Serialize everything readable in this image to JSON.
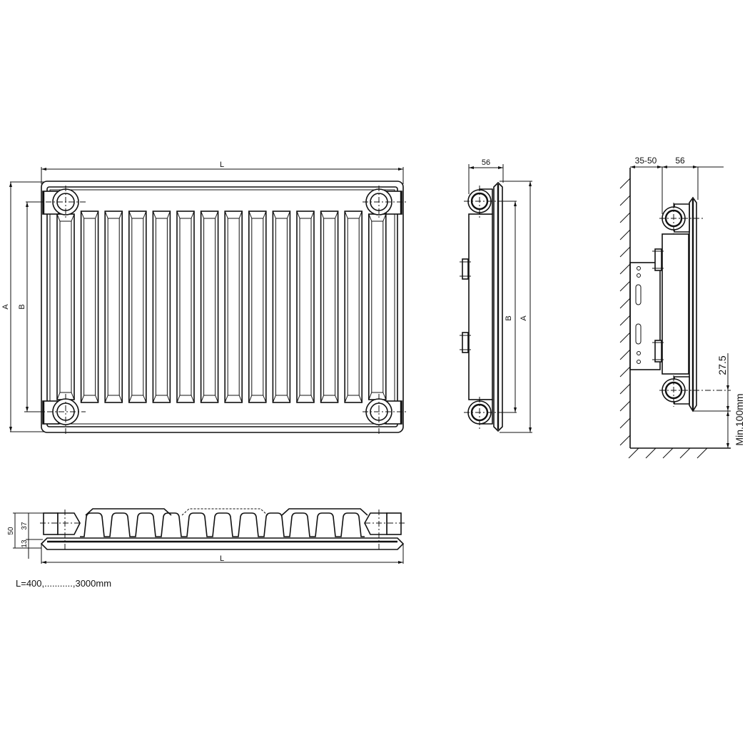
{
  "drawing": {
    "subject": "Panel radiator technical drawing",
    "front_view": {
      "dim_length": "L",
      "dim_height_a": "A",
      "dim_height_b": "B",
      "panel_fin_count": 14
    },
    "side_view": {
      "dim_depth": "56",
      "dim_height_b": "B",
      "dim_height_a": "A"
    },
    "wall_mount_view": {
      "dim_wall_gap": "35-50",
      "dim_depth": "56",
      "dim_offset": "27.5",
      "dim_floor_clearance": "Min.100mm"
    },
    "top_view": {
      "dim_total": "50",
      "dim_upper": "37",
      "dim_lower": "13",
      "dim_length": "L"
    },
    "note": "L=400,...........,3000mm"
  }
}
